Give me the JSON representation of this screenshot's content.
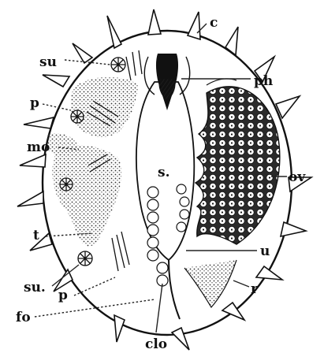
{
  "figure": {
    "labels": {
      "c": "c",
      "su_top": "su",
      "ph": "ph",
      "p_top": "p",
      "mo": "mo",
      "ov": "ov",
      "s": "s.",
      "t": "t",
      "u": "u",
      "su_bottom": "su.",
      "p_bottom": "p",
      "r": "r",
      "fo": "fo",
      "clo": "clo"
    }
  }
}
